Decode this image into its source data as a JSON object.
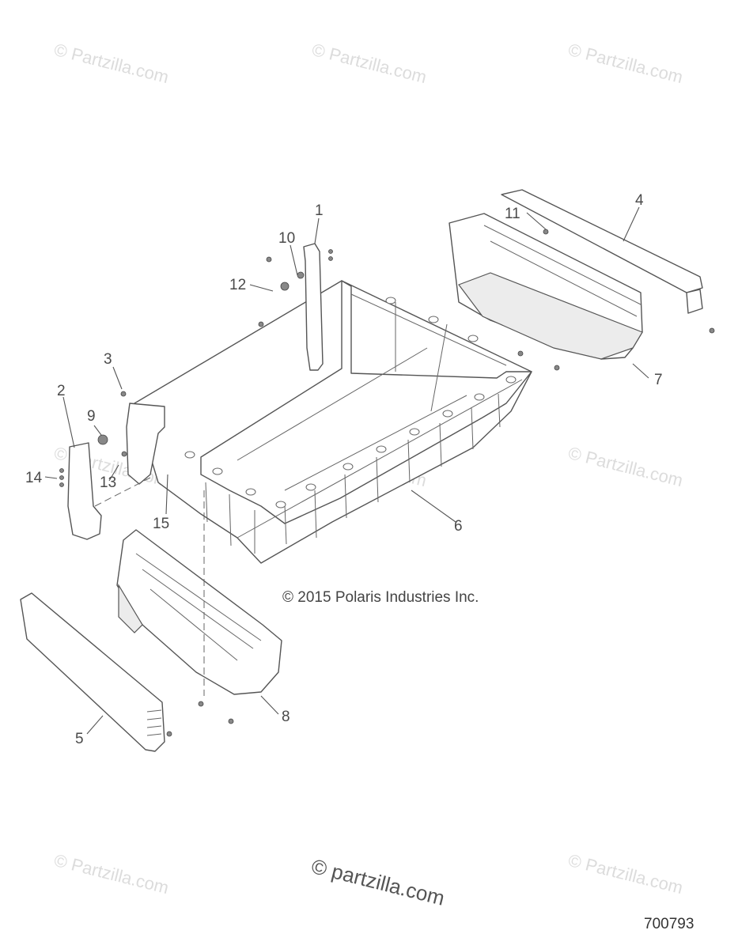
{
  "watermark": "© Partzilla.com",
  "watermark_center": "© partzilla.com",
  "copyright": "© 2015 Polaris Industries Inc.",
  "diagram_id": "700793",
  "callouts": [
    "1",
    "2",
    "3",
    "4",
    "5",
    "6",
    "7",
    "8",
    "9",
    "10",
    "11",
    "12",
    "13",
    "14",
    "15"
  ]
}
